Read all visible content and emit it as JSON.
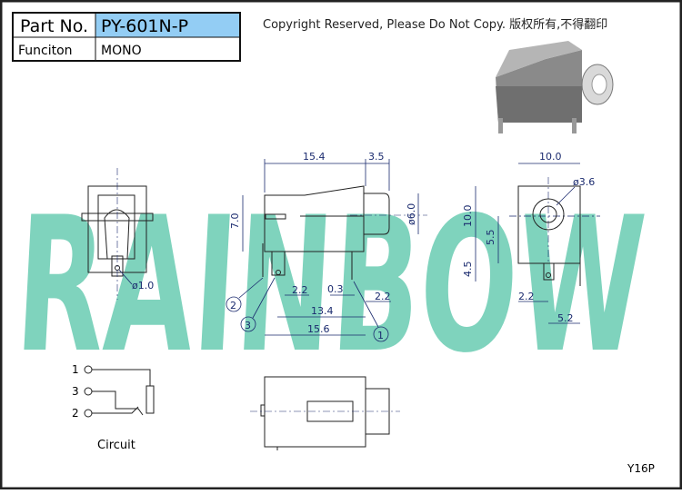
{
  "title_block": {
    "part_no_label": "Part No.",
    "part_no_value": "PY-601N-P",
    "function_label": "Funciton",
    "function_value": "MONO"
  },
  "copyright": "Copyright Reserved, Please Do Not Copy. 版权所有,不得翻印",
  "watermark": "RAINBOW",
  "side_view": {
    "dims": [
      "15.4",
      "3.5",
      "7.0",
      "ø6.0",
      "2.2",
      "0.3",
      "2.2",
      "13.4",
      "15.6"
    ],
    "pins": [
      "1",
      "2",
      "3"
    ]
  },
  "left_view": {
    "dims": [
      "ø1.0"
    ]
  },
  "front_view": {
    "dims": [
      "10.0",
      "ø3.6",
      "10.0",
      "5.5",
      "4.5",
      "2.2",
      "5.2"
    ]
  },
  "circuit": {
    "label": "Circuit",
    "pins": [
      "1",
      "3",
      "2"
    ]
  },
  "code": "Y16P",
  "colors": {
    "accent": "#93cdf4",
    "watermark": "#7fd3bd"
  }
}
